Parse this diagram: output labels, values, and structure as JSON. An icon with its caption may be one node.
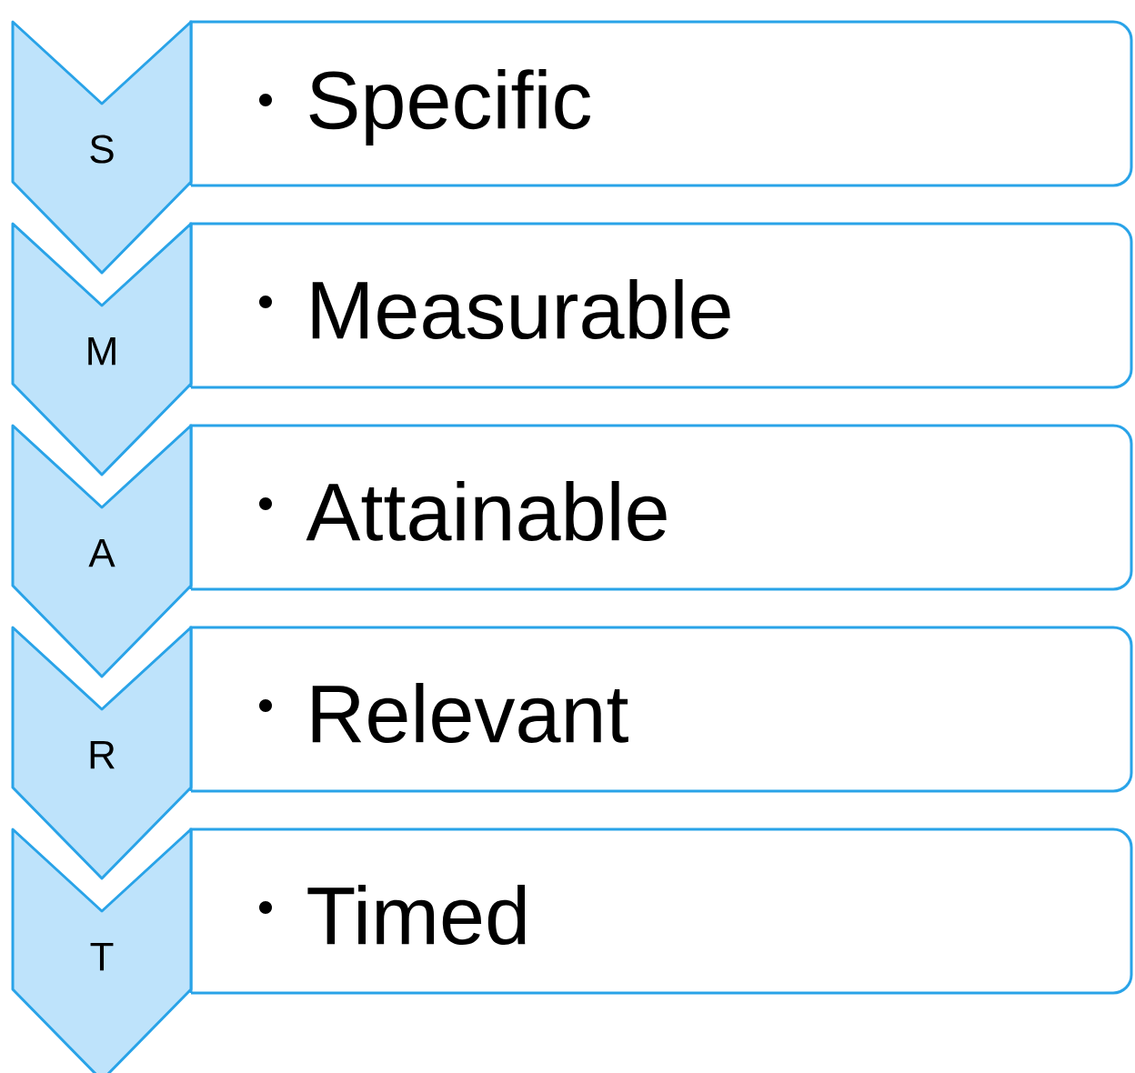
{
  "diagram": {
    "nodes": [
      {
        "text": [
          "S"
        ]
      },
      {
        "text": [
          "Specific"
        ]
      },
      {
        "text": [
          "M"
        ]
      },
      {
        "text": [
          "Measurable"
        ]
      },
      {
        "text": [
          "A"
        ]
      },
      {
        "text": [
          "Attainable"
        ]
      },
      {
        "text": [
          "R"
        ]
      },
      {
        "text": [
          "Relevant"
        ]
      },
      {
        "text": [
          "T"
        ]
      },
      {
        "text": [
          "Timed"
        ]
      }
    ]
  }
}
